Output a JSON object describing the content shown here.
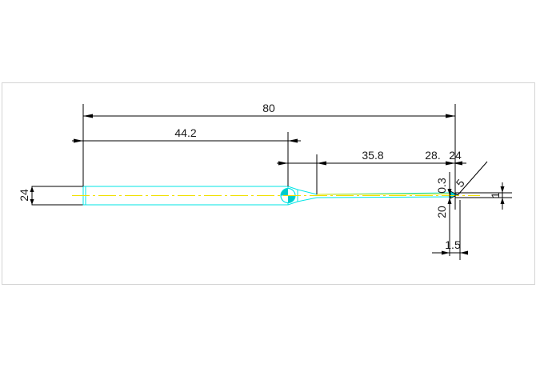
{
  "drawing": {
    "colors": {
      "background": "#ffffff",
      "frame": "#d4d4d4",
      "dimension": "#000000",
      "outline": "#00e5e5",
      "centerline": "#f0e000",
      "fill_cyan": "#00cccc"
    },
    "dimensions": {
      "d80": "80",
      "d44_2": "44.2",
      "d35_8": "35.8",
      "d28": "28.",
      "d24_top": "24",
      "d24_left": "24",
      "d0_3": "0.3",
      "d20": "20",
      "d5": "5",
      "d1_5": "1.5",
      "d1_right": "1"
    }
  }
}
